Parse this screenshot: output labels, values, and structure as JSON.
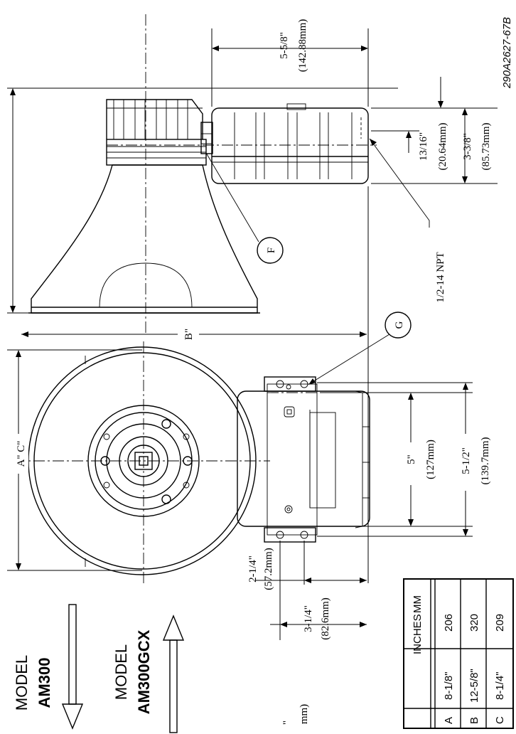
{
  "drawing_number": "290A2627-67B",
  "dimensions": {
    "tank_length_in": "5-5/8\"",
    "tank_length_mm": "(142.88mm)",
    "tank_height_in": "3-3/8\"",
    "tank_height_mm": "(85.73mm)",
    "port_offset_in": "13/16\"",
    "port_offset_mm": "(20.64mm)",
    "overall_b": "B\"",
    "diameter_ac": "A\" C\"",
    "mount_inner_in": "5\"",
    "mount_inner_mm": "(127mm)",
    "mount_outer_in": "5-1/2\"",
    "mount_outer_mm": "(139.7mm)",
    "offset1_in": "2-1/4\"",
    "offset1_mm": "(57.2mm)",
    "offset2_in": "3-1/4\"",
    "offset2_mm": "(82.6mm)",
    "partial_in": "\"",
    "partial_mm": "mm)"
  },
  "callouts": {
    "f": "F",
    "g": "G",
    "npt": "1/2-14 NPT"
  },
  "models": {
    "label": "MODEL",
    "model1": "AM300",
    "model2": "AM300GCX"
  },
  "table": {
    "headers": [
      "INCHES",
      "MM"
    ],
    "rows": [
      {
        "key": "A",
        "inches": "8-1/8\"",
        "mm": "206"
      },
      {
        "key": "B",
        "inches": "12-5/8\"",
        "mm": "320"
      },
      {
        "key": "C",
        "inches": "8-1/4\"",
        "mm": "209"
      }
    ]
  }
}
